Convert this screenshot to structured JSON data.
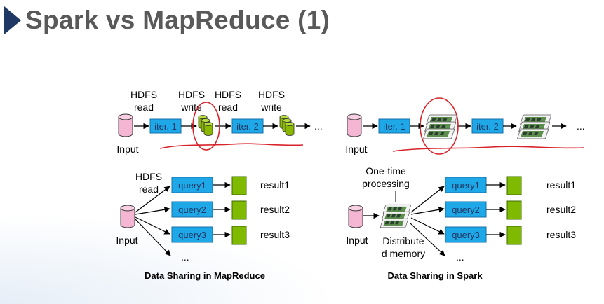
{
  "title": "Spark vs MapReduce (1)",
  "colors": {
    "title_arrow": "#1f3864",
    "title_text": "#595959",
    "iter_box": "#1ea8e8",
    "hdfs_cylinder": "#f4b6d3",
    "result_box": "#7fba00",
    "stack_cylinder": "#8ab800",
    "annotation": "#d8232a"
  },
  "mapreduce": {
    "iter_top_labels": [
      "HDFS\nread",
      "HDFS\nwrite",
      "HDFS\nread",
      "HDFS\nwrite"
    ],
    "input_label": "Input",
    "iter1": "iter. 1",
    "iter2": "iter. 2",
    "ellipsis": "...",
    "query_top_label": "HDFS\nread",
    "queries": [
      "query1",
      "query2",
      "query3"
    ],
    "results": [
      "result1",
      "result2",
      "result3"
    ],
    "query_input_label": "Input",
    "query_ellipsis": "...",
    "caption": "Data Sharing in MapReduce"
  },
  "spark": {
    "input_label": "Input",
    "iter1": "iter. 1",
    "iter2": "iter. 2",
    "ellipsis": "...",
    "one_time_label": "One-time\nprocessing",
    "queries": [
      "query1",
      "query2",
      "query3"
    ],
    "results": [
      "result1",
      "result2",
      "result3"
    ],
    "query_input_label": "Input",
    "memory_label": "Distribute\nd memory",
    "query_ellipsis": "...",
    "caption": "Data Sharing in Spark"
  },
  "icons": [
    "triangle-bullet-icon",
    "hdfs-disk-icon",
    "disk-stack-icon",
    "ram-chip-icon"
  ]
}
